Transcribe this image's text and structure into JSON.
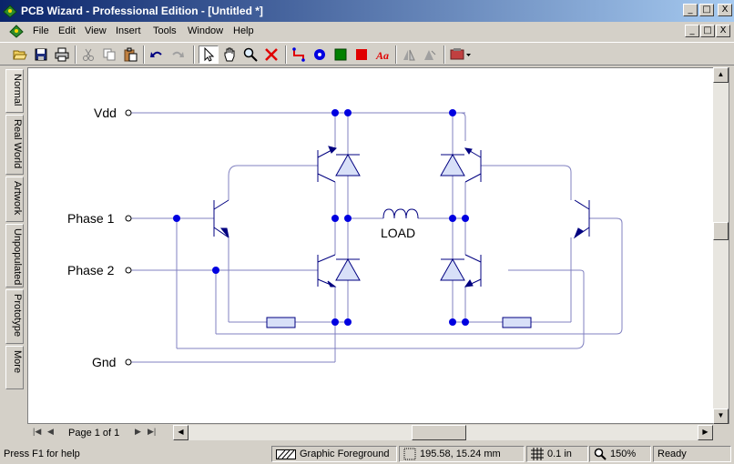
{
  "window": {
    "title": "PCB Wizard - Professional Edition - [Untitled *]",
    "controls": [
      "_",
      "□",
      "X"
    ]
  },
  "menu": {
    "items": [
      "File",
      "Edit",
      "View",
      "Insert",
      "Tools",
      "Window",
      "Help"
    ],
    "mdi_controls": [
      "_",
      "□",
      "X"
    ]
  },
  "toolbar": {
    "tools": [
      "open-icon",
      "save-icon",
      "print-icon",
      "cut-icon",
      "copy-icon",
      "paste-icon",
      "undo-icon",
      "redo-icon",
      "pointer-icon",
      "hand-icon",
      "zoom-icon",
      "delete-icon",
      "track-icon",
      "pad-icon",
      "square-pad-icon",
      "rectangle-icon",
      "text-icon",
      "flip-horizontal-icon",
      "flip-vertical-icon",
      "component-icon"
    ]
  },
  "sidetabs": [
    "Normal",
    "Real World",
    "Artwork",
    "Unpopulated",
    "Prototype",
    "More"
  ],
  "circuit": {
    "labels": {
      "vdd": "Vdd",
      "phase1": "Phase 1",
      "phase2": "Phase 2",
      "gnd": "Gnd",
      "load": "LOAD"
    },
    "wire_color": "#8080c0",
    "node_color": "#0000e0"
  },
  "navigation": {
    "page": "Page 1 of 1"
  },
  "status": {
    "help": "Press F1 for help",
    "layer": "Graphic Foreground",
    "coords": "195.58, 15.24 mm",
    "grid": "0.1 in",
    "zoom": "150%",
    "state": "Ready"
  }
}
